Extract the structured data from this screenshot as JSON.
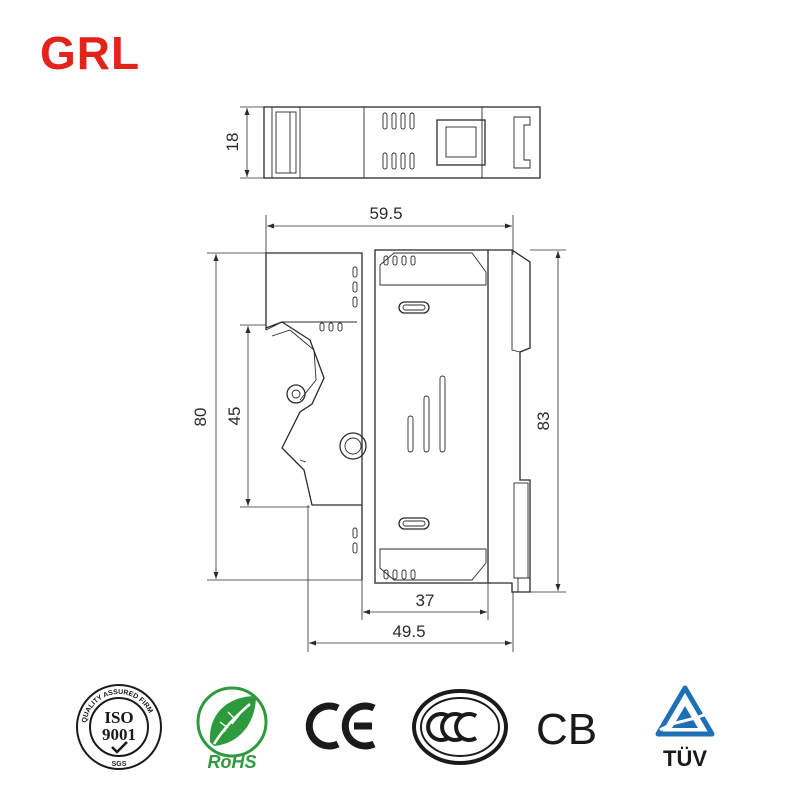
{
  "brand": {
    "logo_text": "GRL",
    "color": "#e2231a"
  },
  "dimensions": {
    "top_height": "18",
    "width_total": "59.5",
    "height_80": "80",
    "height_45": "45",
    "height_83": "83",
    "depth_37": "37",
    "depth_49_5": "49.5"
  },
  "certifications": {
    "iso": {
      "ring_text": "QUALITY ASSURED FIRM",
      "line1": "ISO",
      "line2": "9001",
      "footer": "SGS"
    },
    "rohs": {
      "label": "RoHS",
      "color": "#2e9a3e"
    },
    "ce": {
      "label": "CE"
    },
    "ccc": {
      "label": "CCC"
    },
    "cb": {
      "label": "CB"
    },
    "tuv": {
      "label": "TÜV",
      "color": "#1f6fb7"
    }
  }
}
